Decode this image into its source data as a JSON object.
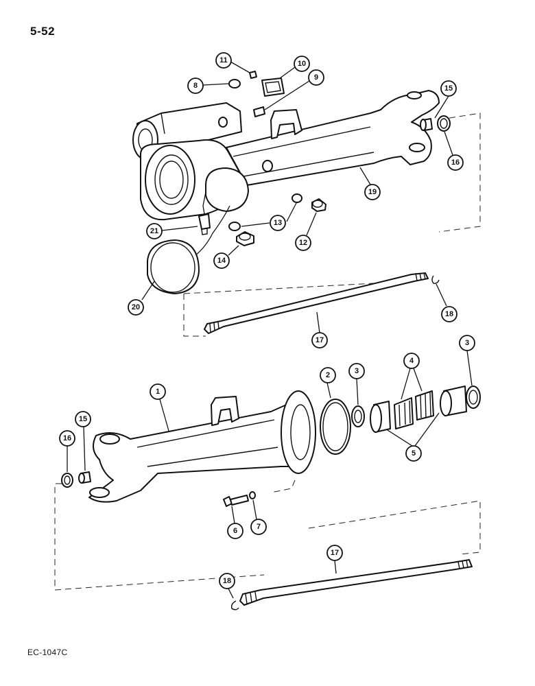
{
  "page_number": "5-52",
  "footer_code": "EC-1047C",
  "callouts": [
    {
      "id": "c11",
      "label": "11"
    },
    {
      "id": "c10",
      "label": "10"
    },
    {
      "id": "c8",
      "label": "8"
    },
    {
      "id": "c9",
      "label": "9"
    },
    {
      "id": "c15a",
      "label": "15"
    },
    {
      "id": "c16a",
      "label": "16"
    },
    {
      "id": "c19",
      "label": "19"
    },
    {
      "id": "c21",
      "label": "21"
    },
    {
      "id": "c13",
      "label": "13"
    },
    {
      "id": "c12",
      "label": "12"
    },
    {
      "id": "c14",
      "label": "14"
    },
    {
      "id": "c20",
      "label": "20"
    },
    {
      "id": "c18a",
      "label": "18"
    },
    {
      "id": "c17a",
      "label": "17"
    },
    {
      "id": "c2",
      "label": "2"
    },
    {
      "id": "c3a",
      "label": "3"
    },
    {
      "id": "c4",
      "label": "4"
    },
    {
      "id": "c3b",
      "label": "3"
    },
    {
      "id": "c1",
      "label": "1"
    },
    {
      "id": "c15b",
      "label": "15"
    },
    {
      "id": "c16b",
      "label": "16"
    },
    {
      "id": "c5",
      "label": "5"
    },
    {
      "id": "c6",
      "label": "6"
    },
    {
      "id": "c7",
      "label": "7"
    },
    {
      "id": "c17b",
      "label": "17"
    },
    {
      "id": "c18b",
      "label": "18"
    }
  ]
}
